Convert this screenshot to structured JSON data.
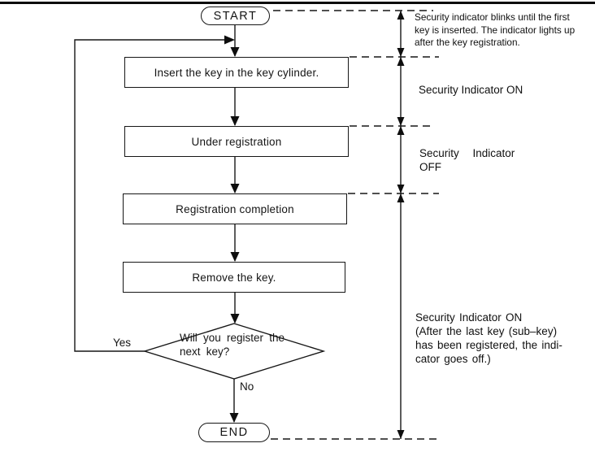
{
  "flowchart": {
    "start": {
      "label": "START"
    },
    "steps": [
      {
        "label": "Insert the key in the key cylinder."
      },
      {
        "label": "Under registration"
      },
      {
        "label": "Registration completion"
      },
      {
        "label": "Remove the key."
      }
    ],
    "decision": {
      "lines": [
        "Will you register the",
        "next key?"
      ]
    },
    "end": {
      "label": "END"
    },
    "edge_labels": {
      "yes": "Yes",
      "no": "No"
    }
  },
  "annotations": {
    "blink_note": {
      "lines": [
        "Security indicator blinks until the first",
        "key is inserted. The indicator lights up",
        "after the key registration."
      ]
    },
    "indicator_on_first": {
      "label": "Security Indicator ON"
    },
    "indicator_off": {
      "lines": [
        "Security Indicator",
        "OFF"
      ]
    },
    "indicator_on_last": {
      "lines": [
        "Security Indicator ON",
        "(After the last key (sub–key)",
        "has been registered, the indi-",
        "cator goes off.)"
      ]
    }
  },
  "colors": {
    "ink": "#141414",
    "background": "#ffffff"
  }
}
